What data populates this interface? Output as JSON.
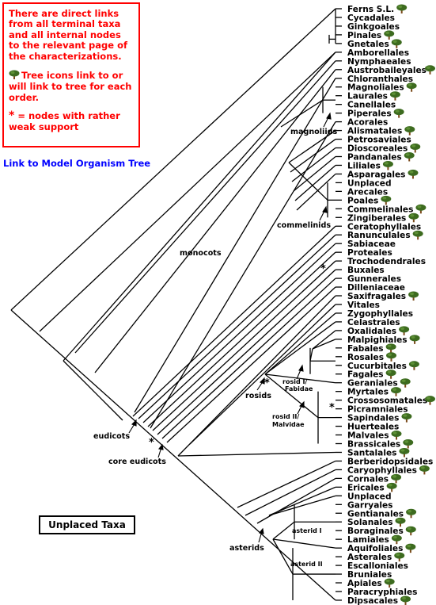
{
  "info": {
    "para1": "There are direct links from all terminal taxa and all internal nodes to the relevant page of the characterizations.",
    "para2": "Tree icons link to or will link to tree for each order.",
    "para3_star": "*",
    "para3": " = nodes with rather weak support"
  },
  "model_link": "Link to Model Organism Tree",
  "unplaced_taxa": "Unplaced Taxa",
  "colors": {
    "red": "#ff0000",
    "blue": "#0000ff",
    "tree_foliage": "#3d6b1f",
    "tree_trunk": "#7a4a1a"
  },
  "taxa": [
    {
      "name": "Ferns S.L.",
      "tree_icon": true
    },
    {
      "name": "Cycadales",
      "tree_icon": false
    },
    {
      "name": "Ginkgoales",
      "tree_icon": false
    },
    {
      "name": "Pinales",
      "tree_icon": true
    },
    {
      "name": "Gnetales",
      "tree_icon": true
    },
    {
      "name": "Amborellales",
      "tree_icon": false
    },
    {
      "name": "Nymphaeales",
      "tree_icon": false
    },
    {
      "name": "Austrobaileyales",
      "tree_icon": true
    },
    {
      "name": "Chloranthales",
      "tree_icon": false
    },
    {
      "name": "Magnoliales",
      "tree_icon": true
    },
    {
      "name": "Laurales",
      "tree_icon": true
    },
    {
      "name": "Canellales",
      "tree_icon": false
    },
    {
      "name": "Piperales",
      "tree_icon": true
    },
    {
      "name": "Acorales",
      "tree_icon": false
    },
    {
      "name": "Alismatales",
      "tree_icon": true
    },
    {
      "name": "Petrosaviales",
      "tree_icon": false
    },
    {
      "name": "Dioscoreales",
      "tree_icon": true
    },
    {
      "name": "Pandanales",
      "tree_icon": true
    },
    {
      "name": "Liliales",
      "tree_icon": true
    },
    {
      "name": "Asparagales",
      "tree_icon": true
    },
    {
      "name": "Unplaced",
      "tree_icon": false
    },
    {
      "name": "Arecales",
      "tree_icon": false
    },
    {
      "name": "Poales",
      "tree_icon": true
    },
    {
      "name": "Commelinales",
      "tree_icon": true
    },
    {
      "name": "Zingiberales",
      "tree_icon": true
    },
    {
      "name": "Ceratophyllales",
      "tree_icon": false
    },
    {
      "name": "Ranunculales",
      "tree_icon": true
    },
    {
      "name": "Sabiaceae",
      "tree_icon": false
    },
    {
      "name": "Proteales",
      "tree_icon": false
    },
    {
      "name": "Trochodendrales",
      "tree_icon": false
    },
    {
      "name": "Buxales",
      "tree_icon": false
    },
    {
      "name": "Gunnerales",
      "tree_icon": false
    },
    {
      "name": "Dilleniaceae",
      "tree_icon": false
    },
    {
      "name": "Saxifragales",
      "tree_icon": true
    },
    {
      "name": "Vitales",
      "tree_icon": false
    },
    {
      "name": "Zygophyllales",
      "tree_icon": false
    },
    {
      "name": "Celastrales",
      "tree_icon": false
    },
    {
      "name": "Oxalidales",
      "tree_icon": true
    },
    {
      "name": "Malpighiales",
      "tree_icon": true
    },
    {
      "name": "Fabales",
      "tree_icon": true
    },
    {
      "name": "Rosales",
      "tree_icon": true
    },
    {
      "name": "Cucurbitales",
      "tree_icon": true
    },
    {
      "name": "Fagales",
      "tree_icon": true
    },
    {
      "name": "Geraniales",
      "tree_icon": true
    },
    {
      "name": "Myrtales",
      "tree_icon": true
    },
    {
      "name": "Crossosomatales",
      "tree_icon": true
    },
    {
      "name": "Picramniales",
      "tree_icon": false
    },
    {
      "name": "Sapindales",
      "tree_icon": true
    },
    {
      "name": "Huerteales",
      "tree_icon": false
    },
    {
      "name": "Malvales",
      "tree_icon": true
    },
    {
      "name": "Brassicales",
      "tree_icon": true
    },
    {
      "name": "Santalales",
      "tree_icon": true
    },
    {
      "name": "Berberidopsidales",
      "tree_icon": false
    },
    {
      "name": "Caryophyllales",
      "tree_icon": true
    },
    {
      "name": "Cornales",
      "tree_icon": true
    },
    {
      "name": "Ericales",
      "tree_icon": true
    },
    {
      "name": "Unplaced",
      "tree_icon": false
    },
    {
      "name": "Garryales",
      "tree_icon": false
    },
    {
      "name": "Gentianales",
      "tree_icon": true
    },
    {
      "name": "Solanales",
      "tree_icon": true
    },
    {
      "name": "Boraginales",
      "tree_icon": true
    },
    {
      "name": "Lamiales",
      "tree_icon": true
    },
    {
      "name": "Aquifoliales",
      "tree_icon": true
    },
    {
      "name": "Asterales",
      "tree_icon": true
    },
    {
      "name": "Escalloniales",
      "tree_icon": false
    },
    {
      "name": "Bruniales",
      "tree_icon": false
    },
    {
      "name": "Apiales",
      "tree_icon": true
    },
    {
      "name": "Paracryphiales",
      "tree_icon": false
    },
    {
      "name": "Dipsacales",
      "tree_icon": true
    }
  ],
  "clades": {
    "magnoliids": "magnoliids",
    "monocots": "monocots",
    "commelinids": "commelinids",
    "eudicots": "eudicots",
    "core_eudicots": "core eudicots",
    "rosids": "rosids",
    "rosid_1_line1": "rosid I/",
    "rosid_1_line2": "Fabidae",
    "rosid_2_line1": "rosid II/",
    "rosid_2_line2": "Malvidae",
    "asterids": "asterids",
    "asterid_1": "asterid I",
    "asterid_2": "asterid II",
    "weak_star": "*"
  }
}
